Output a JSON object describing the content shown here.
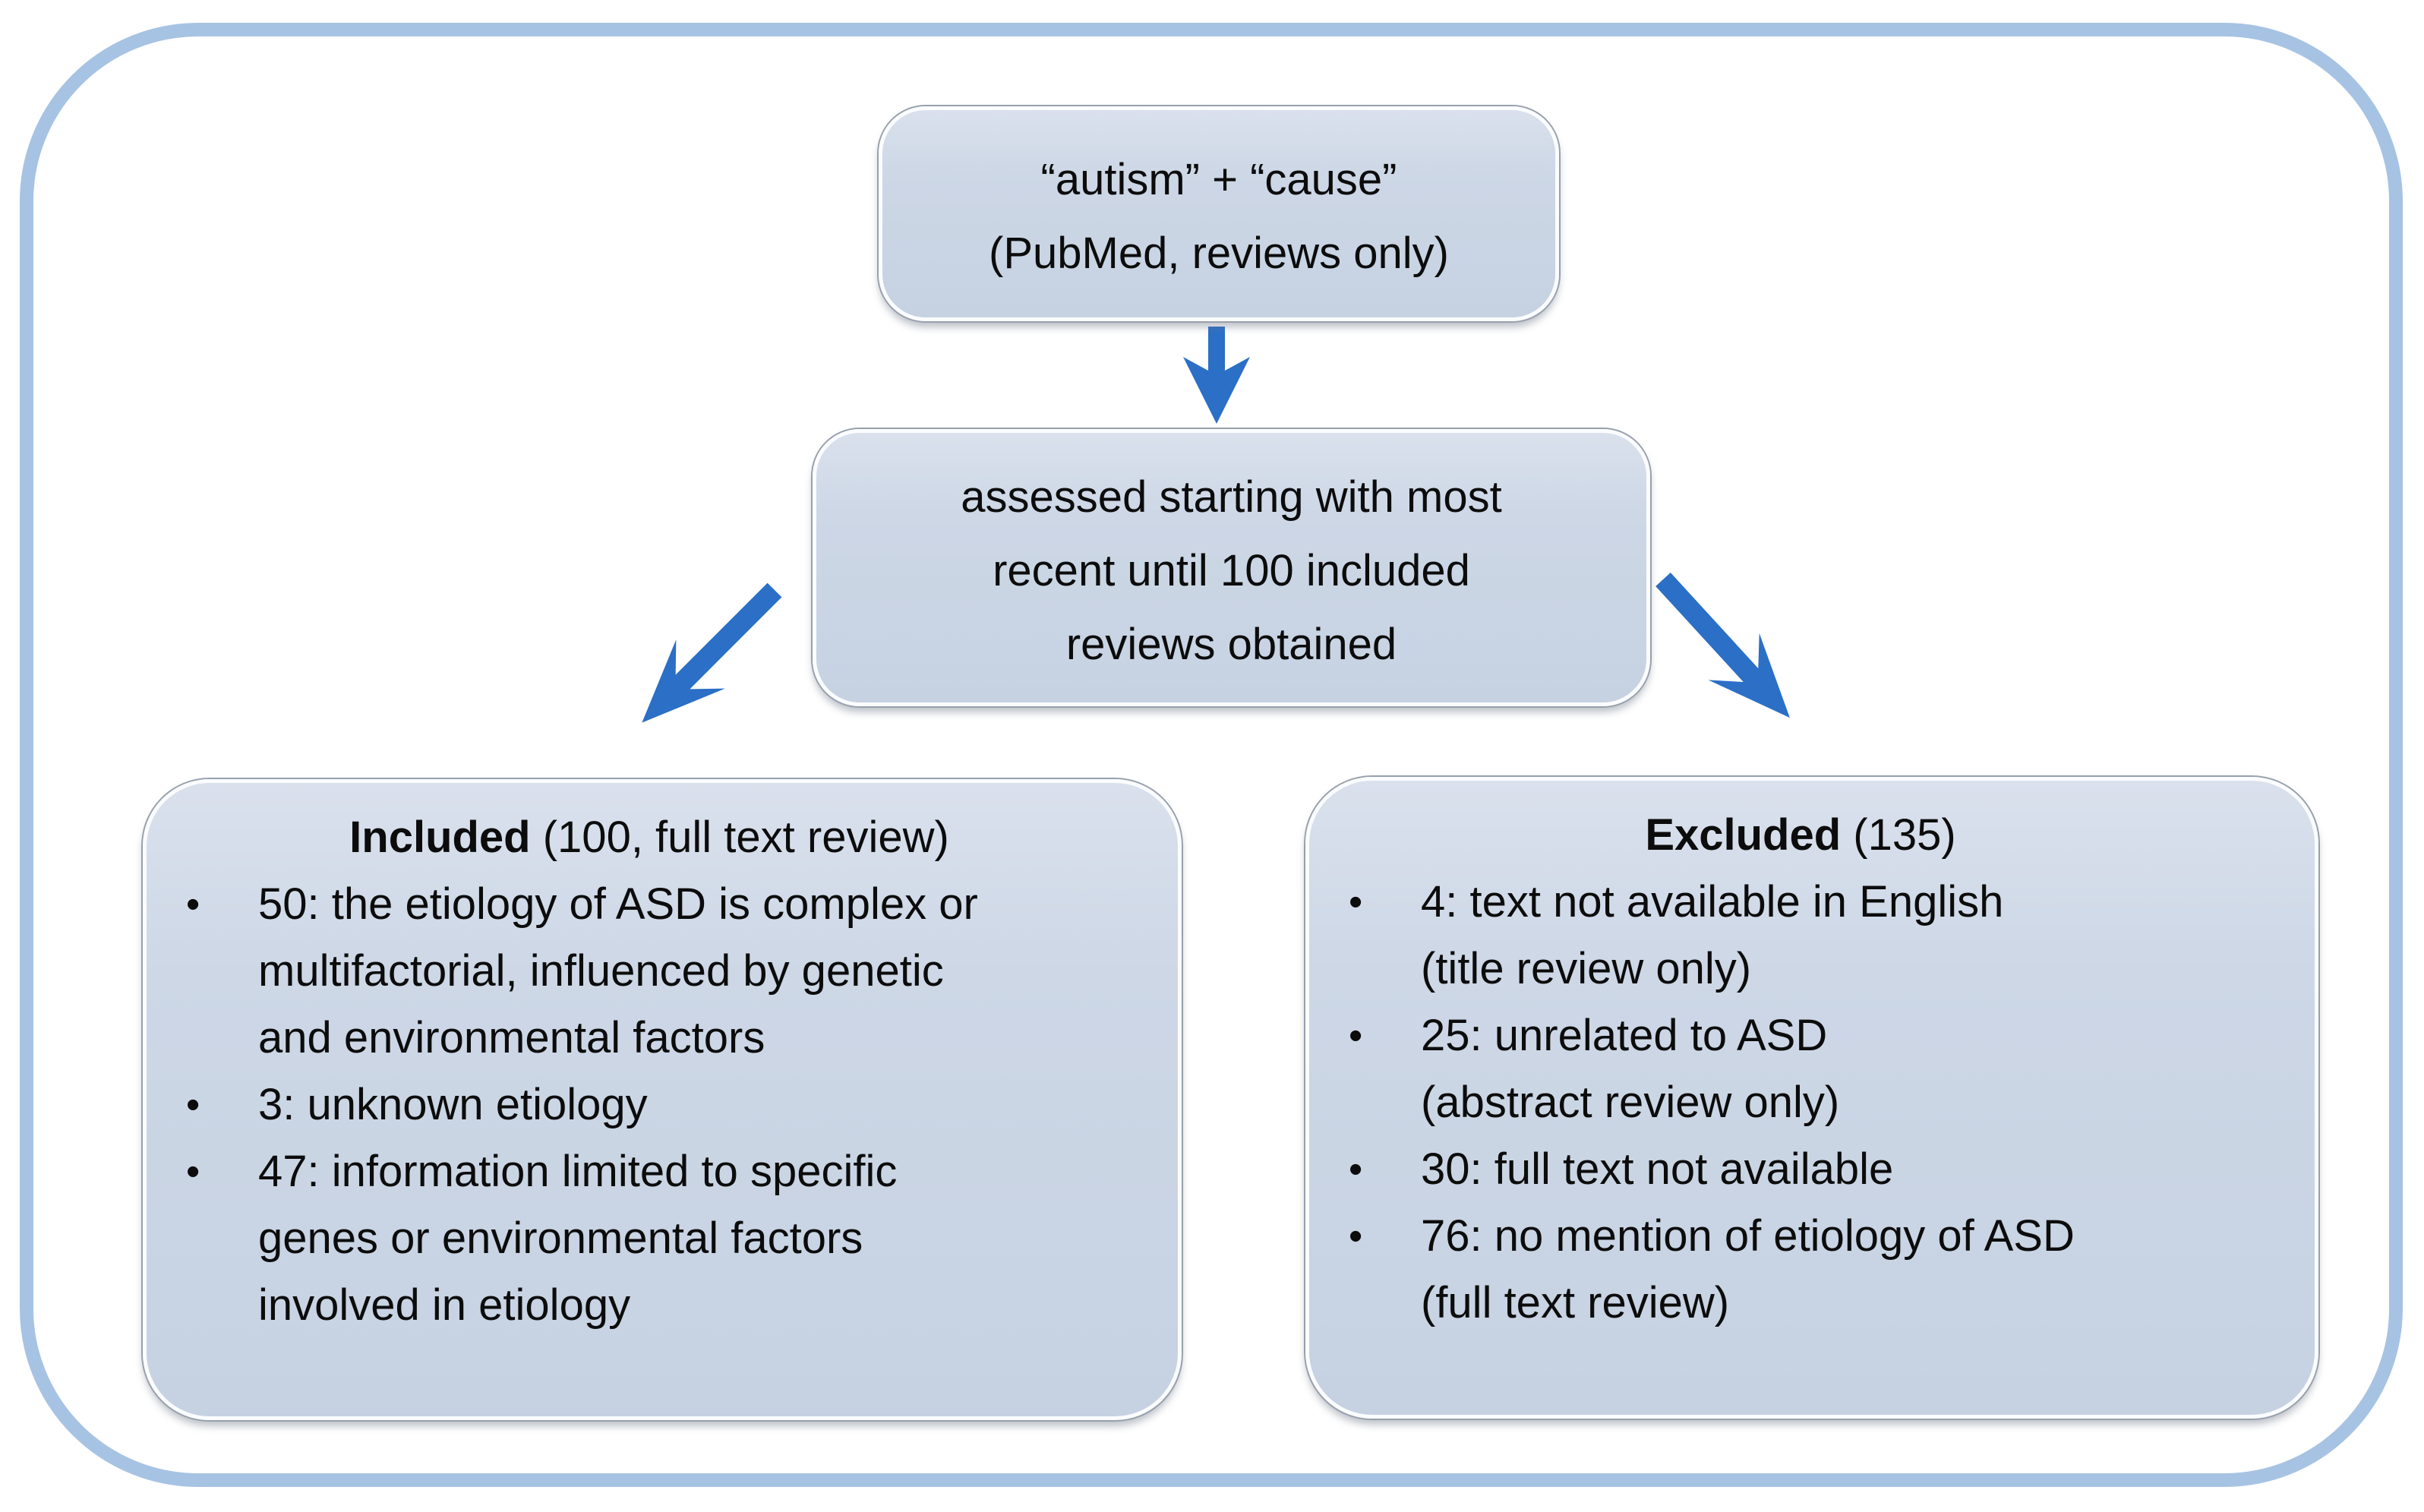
{
  "diagram_type": "literature-review-flowchart",
  "bullet_char": "•",
  "colors": {
    "arrow_blue": "#2b6fc6",
    "outer_frame_blue": "#a7c3e3",
    "node_fill": "#cdd7e6",
    "node_border": "#fbfcfe",
    "text": "#0c0c0c"
  },
  "icons": {
    "down_arrow": "flow-arrow-down-icon",
    "diagonal_left_arrow": "flow-arrow-down-left-icon",
    "diagonal_right_arrow": "flow-arrow-down-right-icon"
  },
  "nodes": {
    "search": {
      "text": "“autism” + “cause”\n(PubMed, reviews only)"
    },
    "assessment": {
      "text": "assessed starting with most\nrecent until 100 included\nreviews obtained"
    },
    "included": {
      "title_bold": "Included",
      "title_rest": " (100, full text review)",
      "bullets": [
        {
          "text": "50: the etiology of ASD is complex or\nmultifactorial, influenced by genetic\nand environmental factors"
        },
        {
          "text": "3: unknown etiology"
        },
        {
          "text": "47: information limited to specific\ngenes or environmental factors\ninvolved in etiology"
        }
      ]
    },
    "excluded": {
      "title_bold": "Excluded",
      "title_rest": " (135)",
      "bullets": [
        {
          "text": "4: text not available in English\n(title review only)"
        },
        {
          "text": "25: unrelated to ASD\n(abstract review only)"
        },
        {
          "text": "30: full text not available"
        },
        {
          "text": "76: no mention of etiology of ASD\n(full text review)"
        }
      ]
    }
  }
}
